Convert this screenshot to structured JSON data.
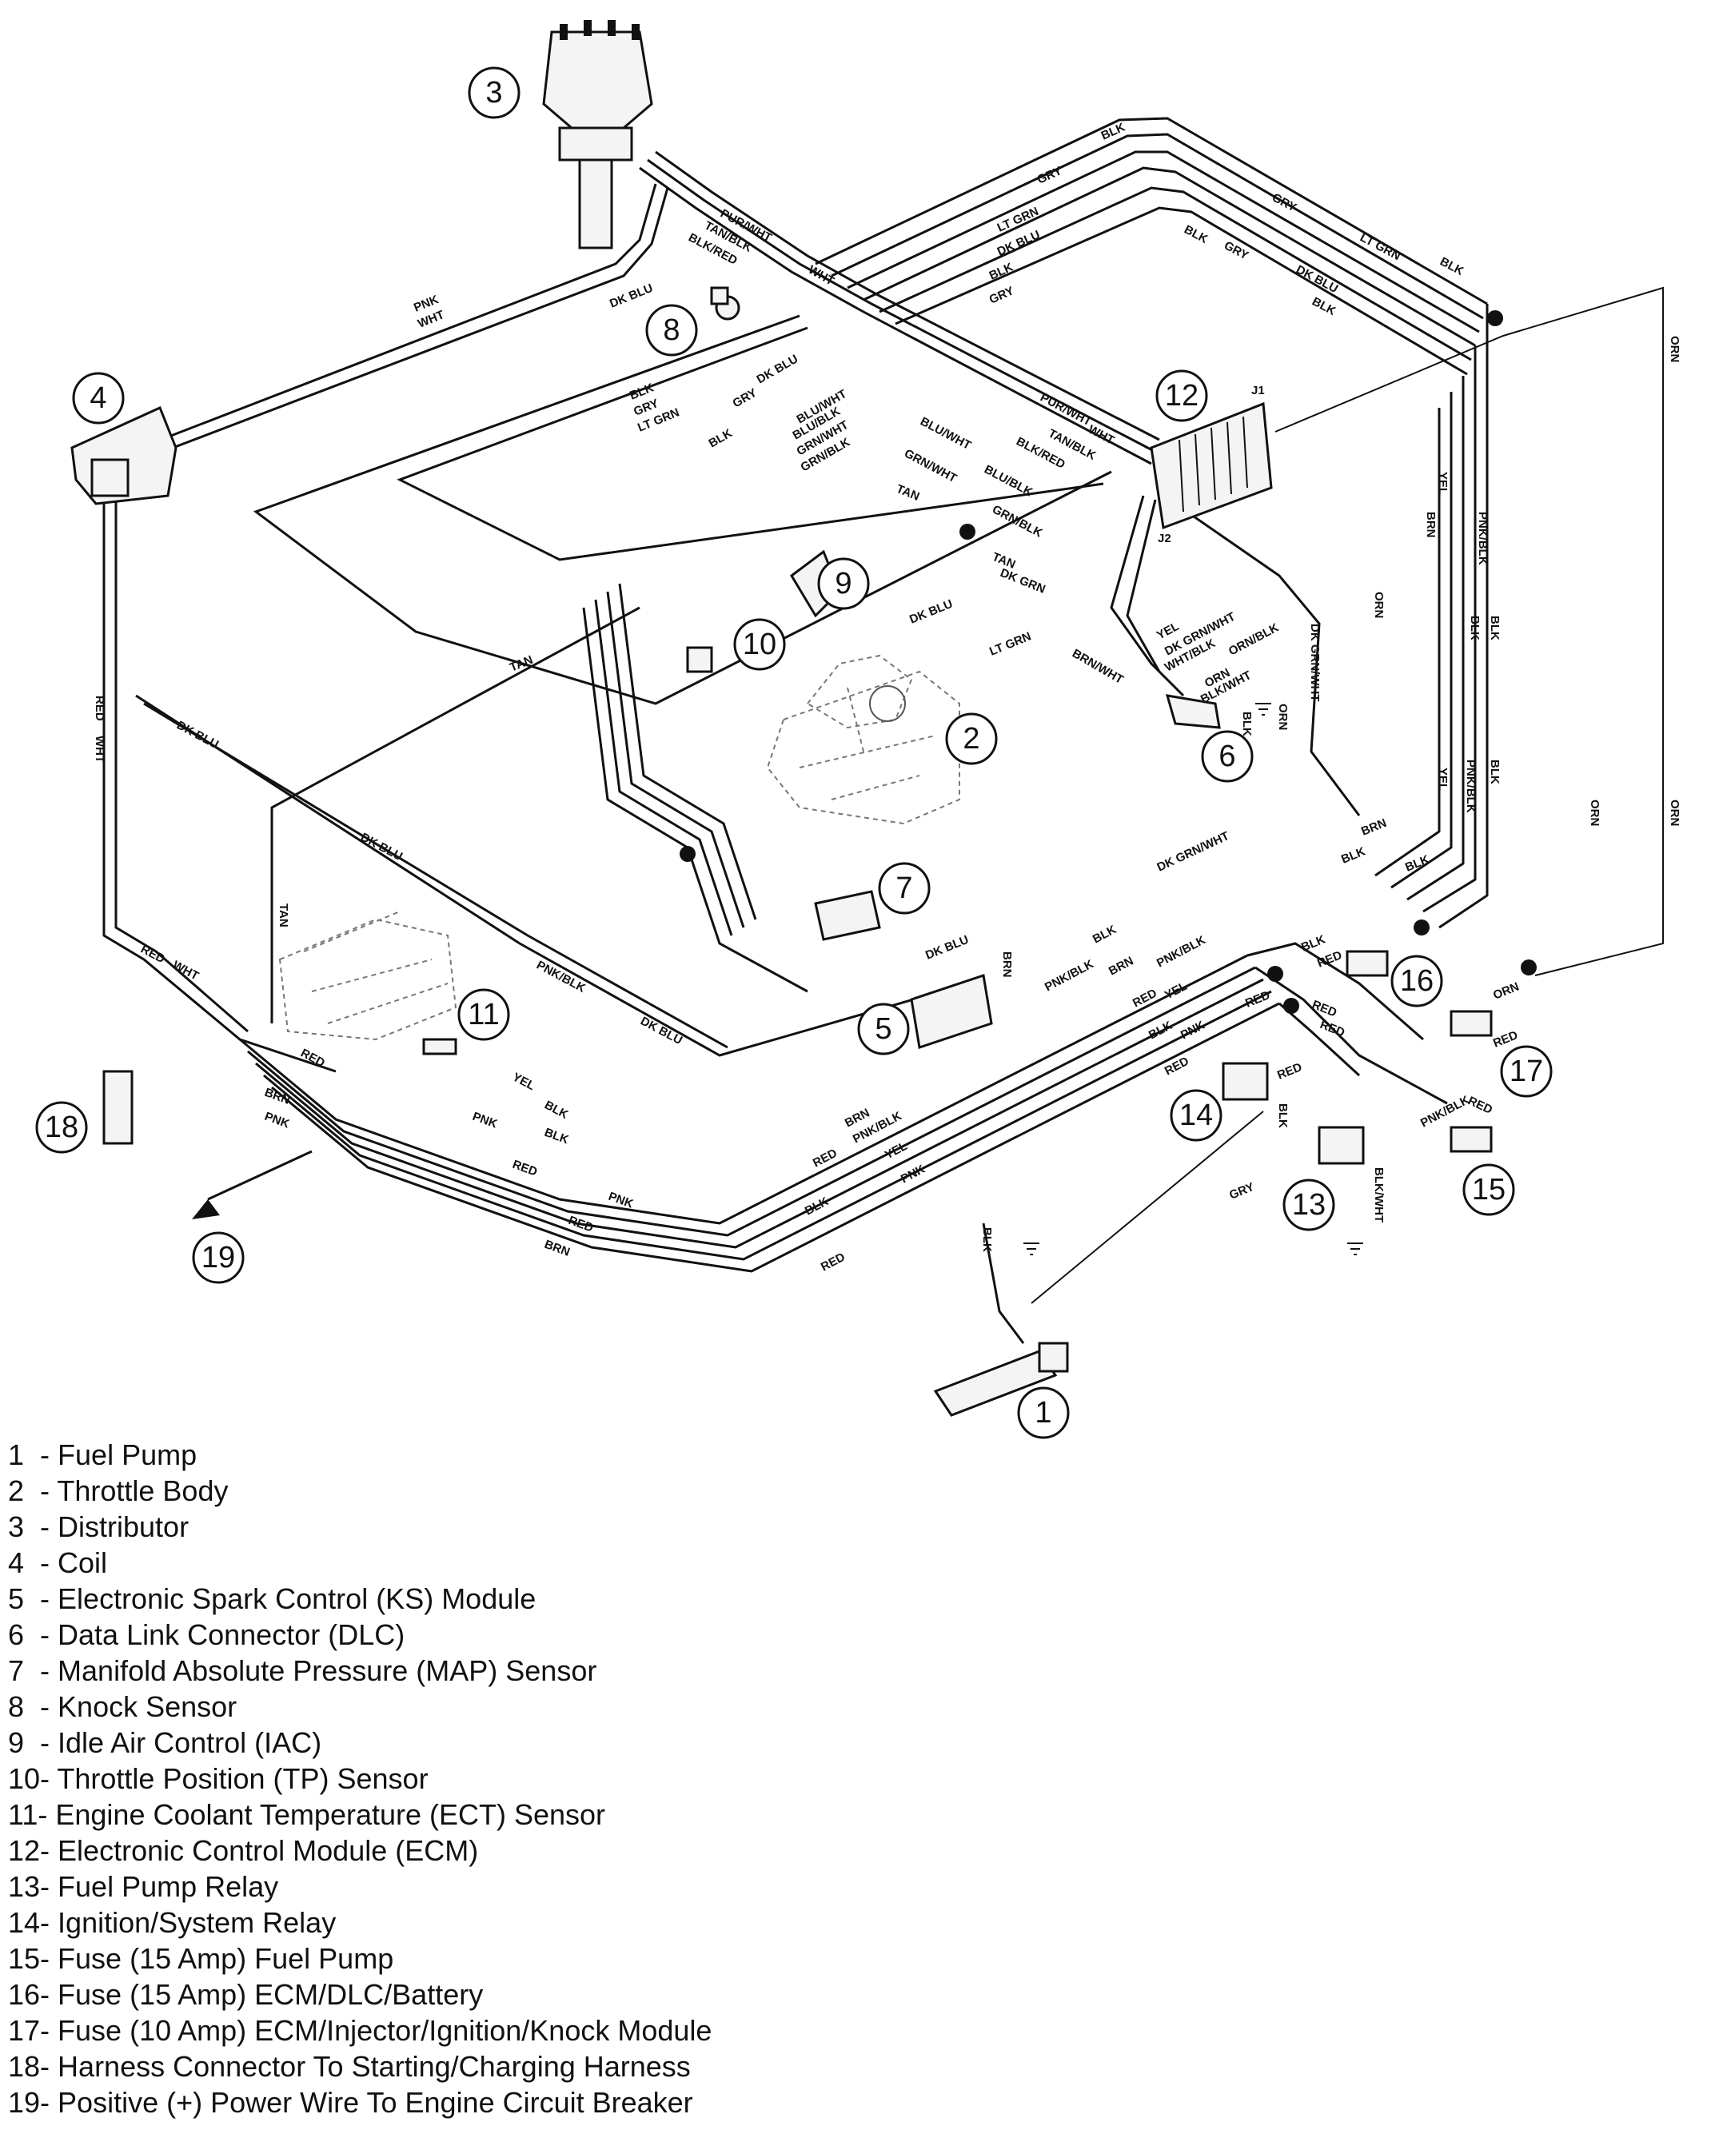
{
  "legend": [
    {
      "num": "1",
      "sep": "  - ",
      "label": "Fuel Pump"
    },
    {
      "num": "2",
      "sep": "  - ",
      "label": "Throttle Body"
    },
    {
      "num": "3",
      "sep": "  - ",
      "label": "Distributor"
    },
    {
      "num": "4",
      "sep": "  - ",
      "label": "Coil"
    },
    {
      "num": "5",
      "sep": "  - ",
      "label": "Electronic Spark Control (KS) Module"
    },
    {
      "num": "6",
      "sep": "  - ",
      "label": "Data Link Connector (DLC)"
    },
    {
      "num": "7",
      "sep": "  - ",
      "label": "Manifold Absolute Pressure (MAP) Sensor"
    },
    {
      "num": "8",
      "sep": "  - ",
      "label": "Knock Sensor"
    },
    {
      "num": "9",
      "sep": "  - ",
      "label": "Idle Air Control (IAC)"
    },
    {
      "num": "10",
      "sep": "- ",
      "label": "Throttle Position (TP) Sensor"
    },
    {
      "num": "11",
      "sep": "- ",
      "label": "Engine Coolant Temperature (ECT) Sensor"
    },
    {
      "num": "12",
      "sep": "- ",
      "label": "Electronic Control Module (ECM)"
    },
    {
      "num": "13",
      "sep": "- ",
      "label": "Fuel Pump Relay"
    },
    {
      "num": "14",
      "sep": "- ",
      "label": "Ignition/System Relay"
    },
    {
      "num": "15",
      "sep": "- ",
      "label": "Fuse (15 Amp) Fuel Pump"
    },
    {
      "num": "16",
      "sep": "- ",
      "label": "Fuse (15 Amp) ECM/DLC/Battery"
    },
    {
      "num": "17",
      "sep": "- ",
      "label": "Fuse (10 Amp) ECM/Injector/Ignition/Knock Module"
    },
    {
      "num": "18",
      "sep": "- ",
      "label": "Harness Connector To Starting/Charging Harness"
    },
    {
      "num": "19",
      "sep": "- ",
      "label": "Positive (+) Power Wire To Engine Circuit Breaker"
    }
  ],
  "callouts": {
    "c1": "1",
    "c2": "2",
    "c3": "3",
    "c4": "4",
    "c5": "5",
    "c6": "6",
    "c7": "7",
    "c8": "8",
    "c9": "9",
    "c10": "10",
    "c11": "11",
    "c12": "12",
    "c13": "13",
    "c14": "14",
    "c15": "15",
    "c16": "16",
    "c17": "17",
    "c18": "18",
    "c19": "19"
  },
  "ecm_connectors": {
    "j1": "J1",
    "j2": "J2"
  },
  "wire_labels": {
    "pnk": "PNK",
    "wht": "WHT",
    "pur_wht": "PUR/WHT",
    "tan_blk": "TAN/BLK",
    "blk_red": "BLK/RED",
    "dk_blu": "DK BLU",
    "blk": "BLK",
    "gry": "GRY",
    "lt_grn": "LT GRN",
    "blu_wht": "BLU/WHT",
    "blu_blk": "BLU/BLK",
    "grn_wht": "GRN/WHT",
    "grn_blk": "GRN/BLK",
    "tan": "TAN",
    "dk_grn": "DK GRN",
    "yel": "YEL",
    "dk_grn_wht": "DK GRN/WHT",
    "wht_blk": "WHT/BLK",
    "orn_blk": "ORN/BLK",
    "orn": "ORN",
    "brn_wht": "BRN/WHT",
    "brn": "BRN",
    "pnk_blk": "PNK/BLK",
    "red": "RED",
    "blk_wht": "BLK/WHT"
  }
}
